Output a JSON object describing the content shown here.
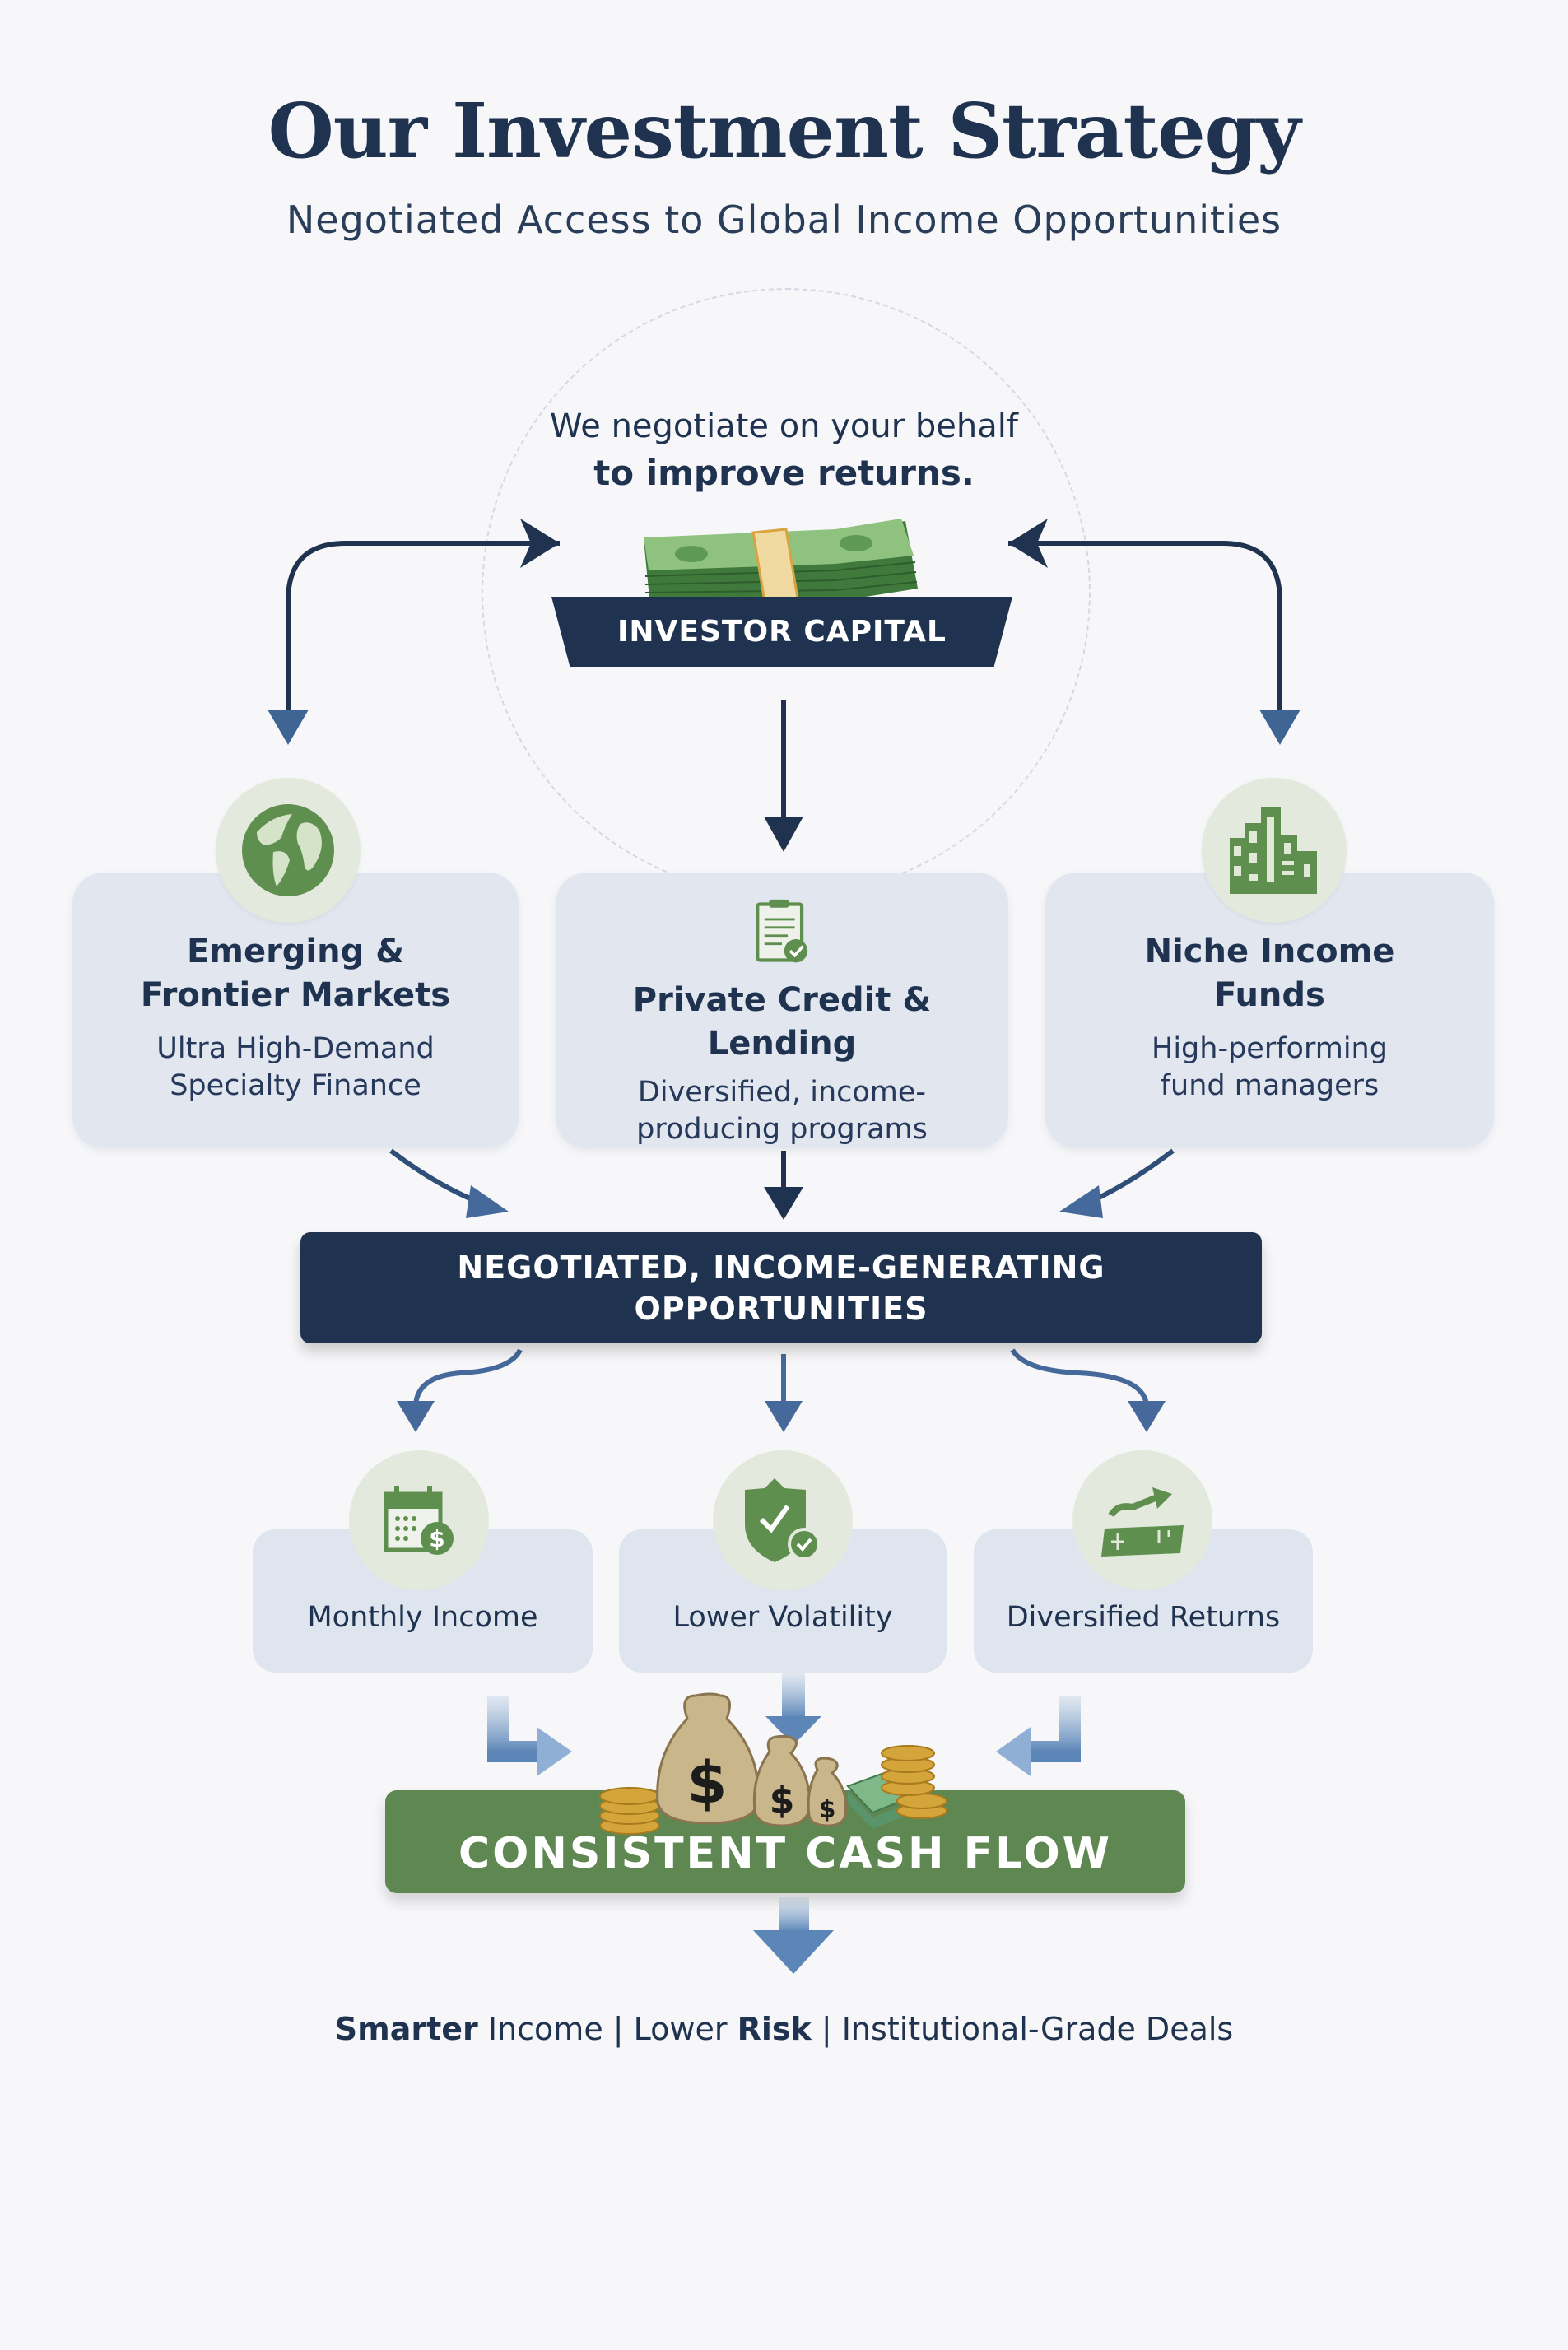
{
  "header": {
    "title": "Our Investment Strategy",
    "subtitle": "Negotiated Access to Global Income Opportunities"
  },
  "capital": {
    "note_line1": "We negotiate on your behalf",
    "note_line2": "to improve returns.",
    "banner_label": "INVESTOR CAPITAL",
    "icon": "cash-stack-icon"
  },
  "categories": [
    {
      "title_line1": "Emerging &",
      "title_line2": "Frontier Markets",
      "desc_line1": "Ultra High-Demand",
      "desc_line2": "Specialty Finance",
      "icon": "globe-icon"
    },
    {
      "title_line1": "Private Credit & Lending",
      "title_line2": "",
      "desc_line1": "Diversified, income-",
      "desc_line2": "producing programs",
      "icon": "clipboard-check-icon"
    },
    {
      "title_line1": "Niche Income",
      "title_line2": "Funds",
      "desc_line1": "High-performing",
      "desc_line2": "fund managers",
      "icon": "buildings-icon"
    }
  ],
  "opportunities": {
    "line1": "NEGOTIATED, INCOME-GENERATING",
    "line2": "OPPORTUNITIES"
  },
  "benefits": [
    {
      "label": "Monthly Income",
      "icon": "calendar-dollar-icon"
    },
    {
      "label": "Lower Volatility",
      "icon": "shield-check-icon"
    },
    {
      "label": "Diversified Returns",
      "icon": "money-growth-icon"
    }
  ],
  "result": {
    "label": "CONSISTENT CASH FLOW",
    "icon": "money-bags-icon"
  },
  "footer": {
    "part1_bold": "Smarter",
    "part1": " Income | Lower ",
    "part2_bold": "Risk",
    "part2": " | Institutional-Grade Deals"
  },
  "colors": {
    "navy": "#1f3350",
    "green": "#5f8752",
    "card_bg": "#e1e6ef",
    "arrow_blue": "#45699a"
  }
}
